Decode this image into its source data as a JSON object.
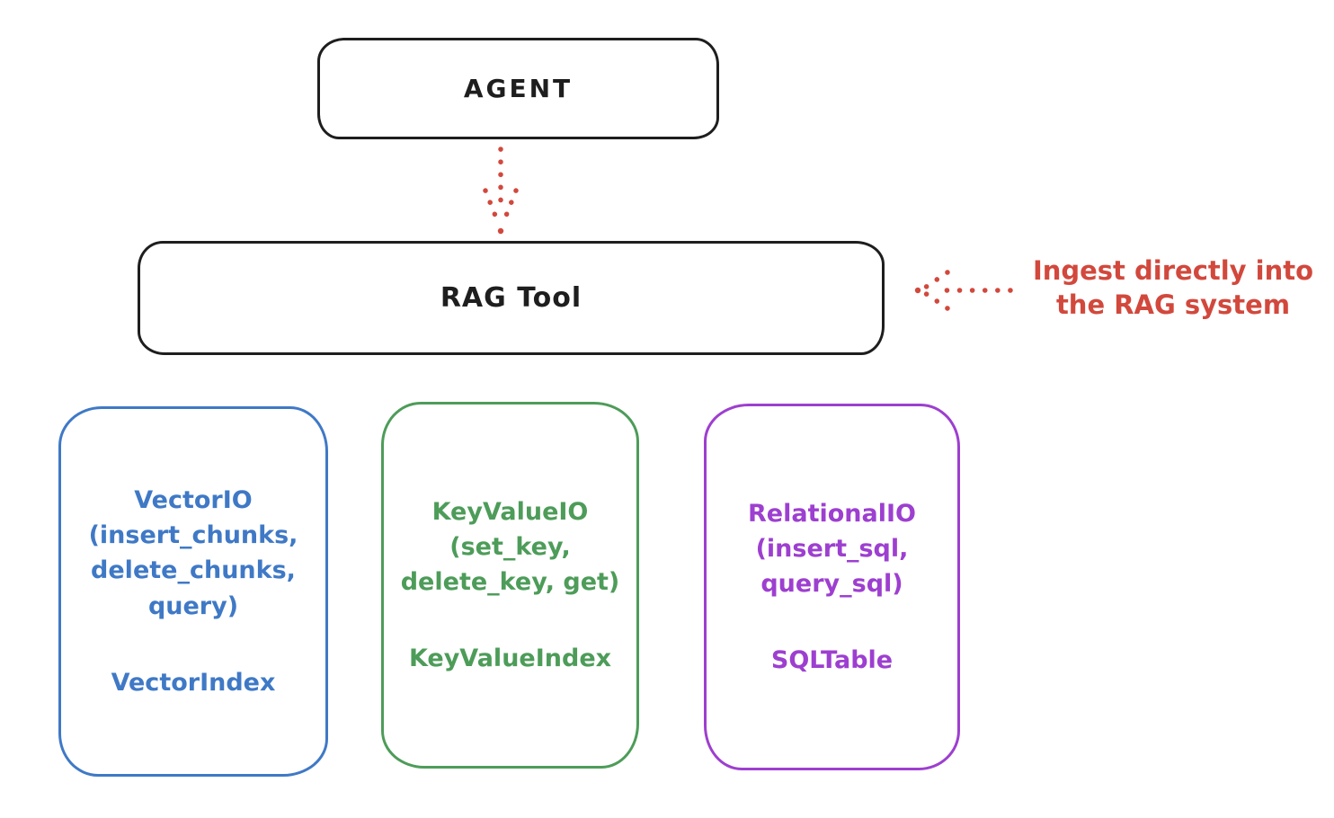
{
  "colors": {
    "ink": "#1e1e1e",
    "red": "#d2483c",
    "blue": "#3f79c6",
    "green": "#4d9c59",
    "purple": "#9d3fd0",
    "background": "#ffffff"
  },
  "agent_box": {
    "label": "AGENT"
  },
  "rag_box": {
    "label": "RAG Tool"
  },
  "annotation": {
    "line1": "Ingest directly into",
    "line2": "the RAG system",
    "color": "#d2483c"
  },
  "backends": {
    "vector": {
      "color": "#3f79c6",
      "lines": [
        "VectorIO",
        "(insert_chunks,",
        "delete_chunks,",
        "query)"
      ],
      "index_label": "VectorIndex"
    },
    "keyvalue": {
      "color": "#4d9c59",
      "lines": [
        "KeyValueIO",
        "(set_key,",
        "delete_key, get)"
      ],
      "index_label": "KeyValueIndex"
    },
    "relational": {
      "color": "#9d3fd0",
      "lines": [
        "RelationalIO",
        "(insert_sql,",
        "query_sql)"
      ],
      "index_label": "SQLTable"
    }
  }
}
